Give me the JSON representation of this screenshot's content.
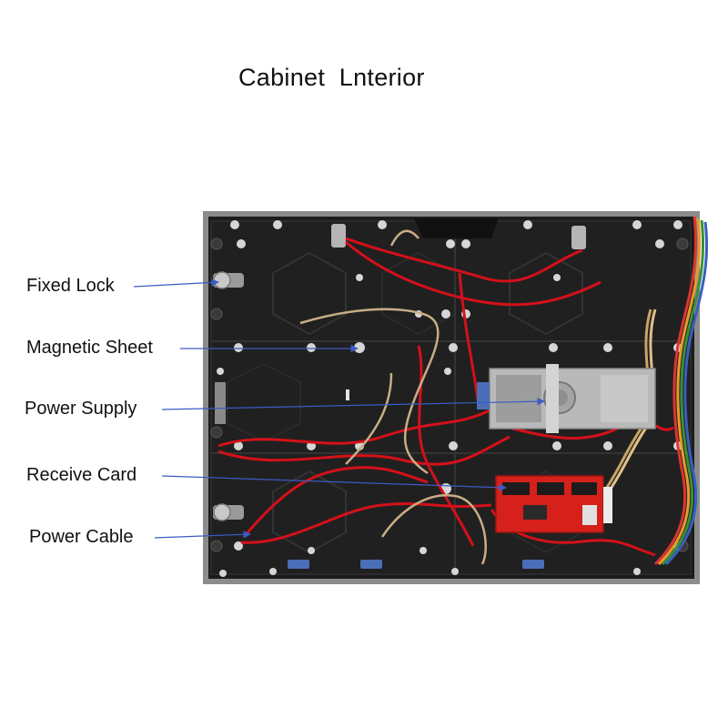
{
  "title": "Cabinet  Lnterior",
  "callouts": [
    {
      "text": "Fixed Lock"
    },
    {
      "text": "Magnetic Sheet"
    },
    {
      "text": "Power Supply"
    },
    {
      "text": "Receive Card"
    },
    {
      "text": "Power Cable"
    }
  ],
  "colors": {
    "arrow": "#3b5bc4",
    "cabinet_frame": "#8c8c8c",
    "cabinet_panel": "#1c1c1c",
    "wire_red": "#d4101a",
    "receive_card": "#d6201c",
    "power_supply": "#b9b9b9"
  }
}
